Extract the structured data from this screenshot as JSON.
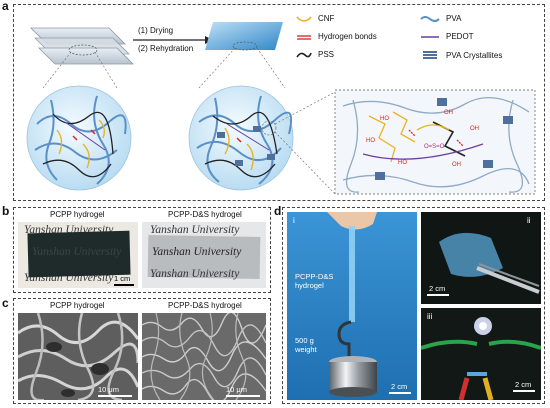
{
  "panel_labels": {
    "a": "a",
    "b": "b",
    "c": "c",
    "d": "d"
  },
  "panel_a": {
    "steps": [
      "(1) Drying",
      "(2) Rehydration"
    ],
    "legend": [
      {
        "label": "CNF",
        "color": "#e9b423",
        "icon": "cnf-curve-icon"
      },
      {
        "label": "Hydrogen bonds",
        "color": "#e02020",
        "icon": "hydrogen-bond-icon"
      },
      {
        "label": "PSS",
        "color": "#222222",
        "icon": "pss-curve-icon"
      },
      {
        "label": "PVA",
        "color": "#5a8fc8",
        "icon": "pva-wave-icon"
      },
      {
        "label": "PEDOT",
        "color": "#6a3fa0",
        "icon": "pedot-line-icon"
      },
      {
        "label": "PVA Crystallites",
        "color": "#4f6f9c",
        "icon": "crystallite-stack-icon"
      }
    ],
    "chem_labels": [
      "HO",
      "HO",
      "O=S=O",
      "OH",
      "OH",
      "HO",
      "OH"
    ]
  },
  "panel_b": {
    "titles": [
      "PCPP hydrogel",
      "PCPP-D&S hydrogel"
    ],
    "watermark": "Yanshan University",
    "scale": "1 cm"
  },
  "panel_c": {
    "titles": [
      "PCPP hydrogel",
      "PCPP-D&S hydrogel"
    ],
    "scale": "10 μm"
  },
  "panel_d": {
    "sub_labels": [
      "i",
      "ii",
      "iii"
    ],
    "i_labels": [
      "PCPP-D&S",
      "hydrogel",
      "500 g",
      "weight"
    ],
    "scales": [
      "2 cm",
      "2 cm",
      "2 cm"
    ]
  },
  "colors": {
    "photo_blue": "#2f86c8",
    "photo_dark": "#141a18",
    "sem_gray": "#6e6e6e"
  }
}
